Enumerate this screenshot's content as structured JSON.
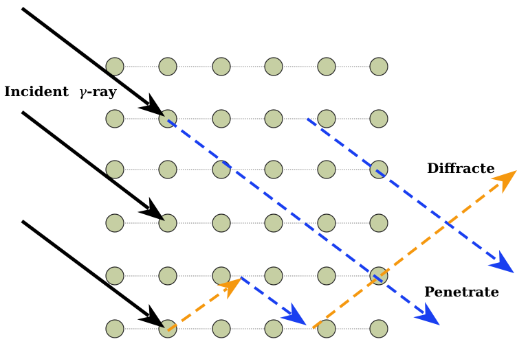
{
  "labels": {
    "incident_prefix": "Incident",
    "incident_greek": "γ",
    "incident_suffix": "-ray",
    "diffracte": "Diffracte",
    "penetrate": "Penetrate"
  },
  "colors": {
    "atom_fill": "#c6cfa3",
    "atom_stroke": "#222222",
    "lattice_line": "#555555",
    "incident": "#000000",
    "penetrate": "#1a3ff0",
    "diffract": "#f5980f"
  },
  "lattice": {
    "rows": 6,
    "cols": 6
  },
  "icons": {
    "atom": "lattice-atom-icon",
    "arrow": "arrowhead-icon"
  }
}
